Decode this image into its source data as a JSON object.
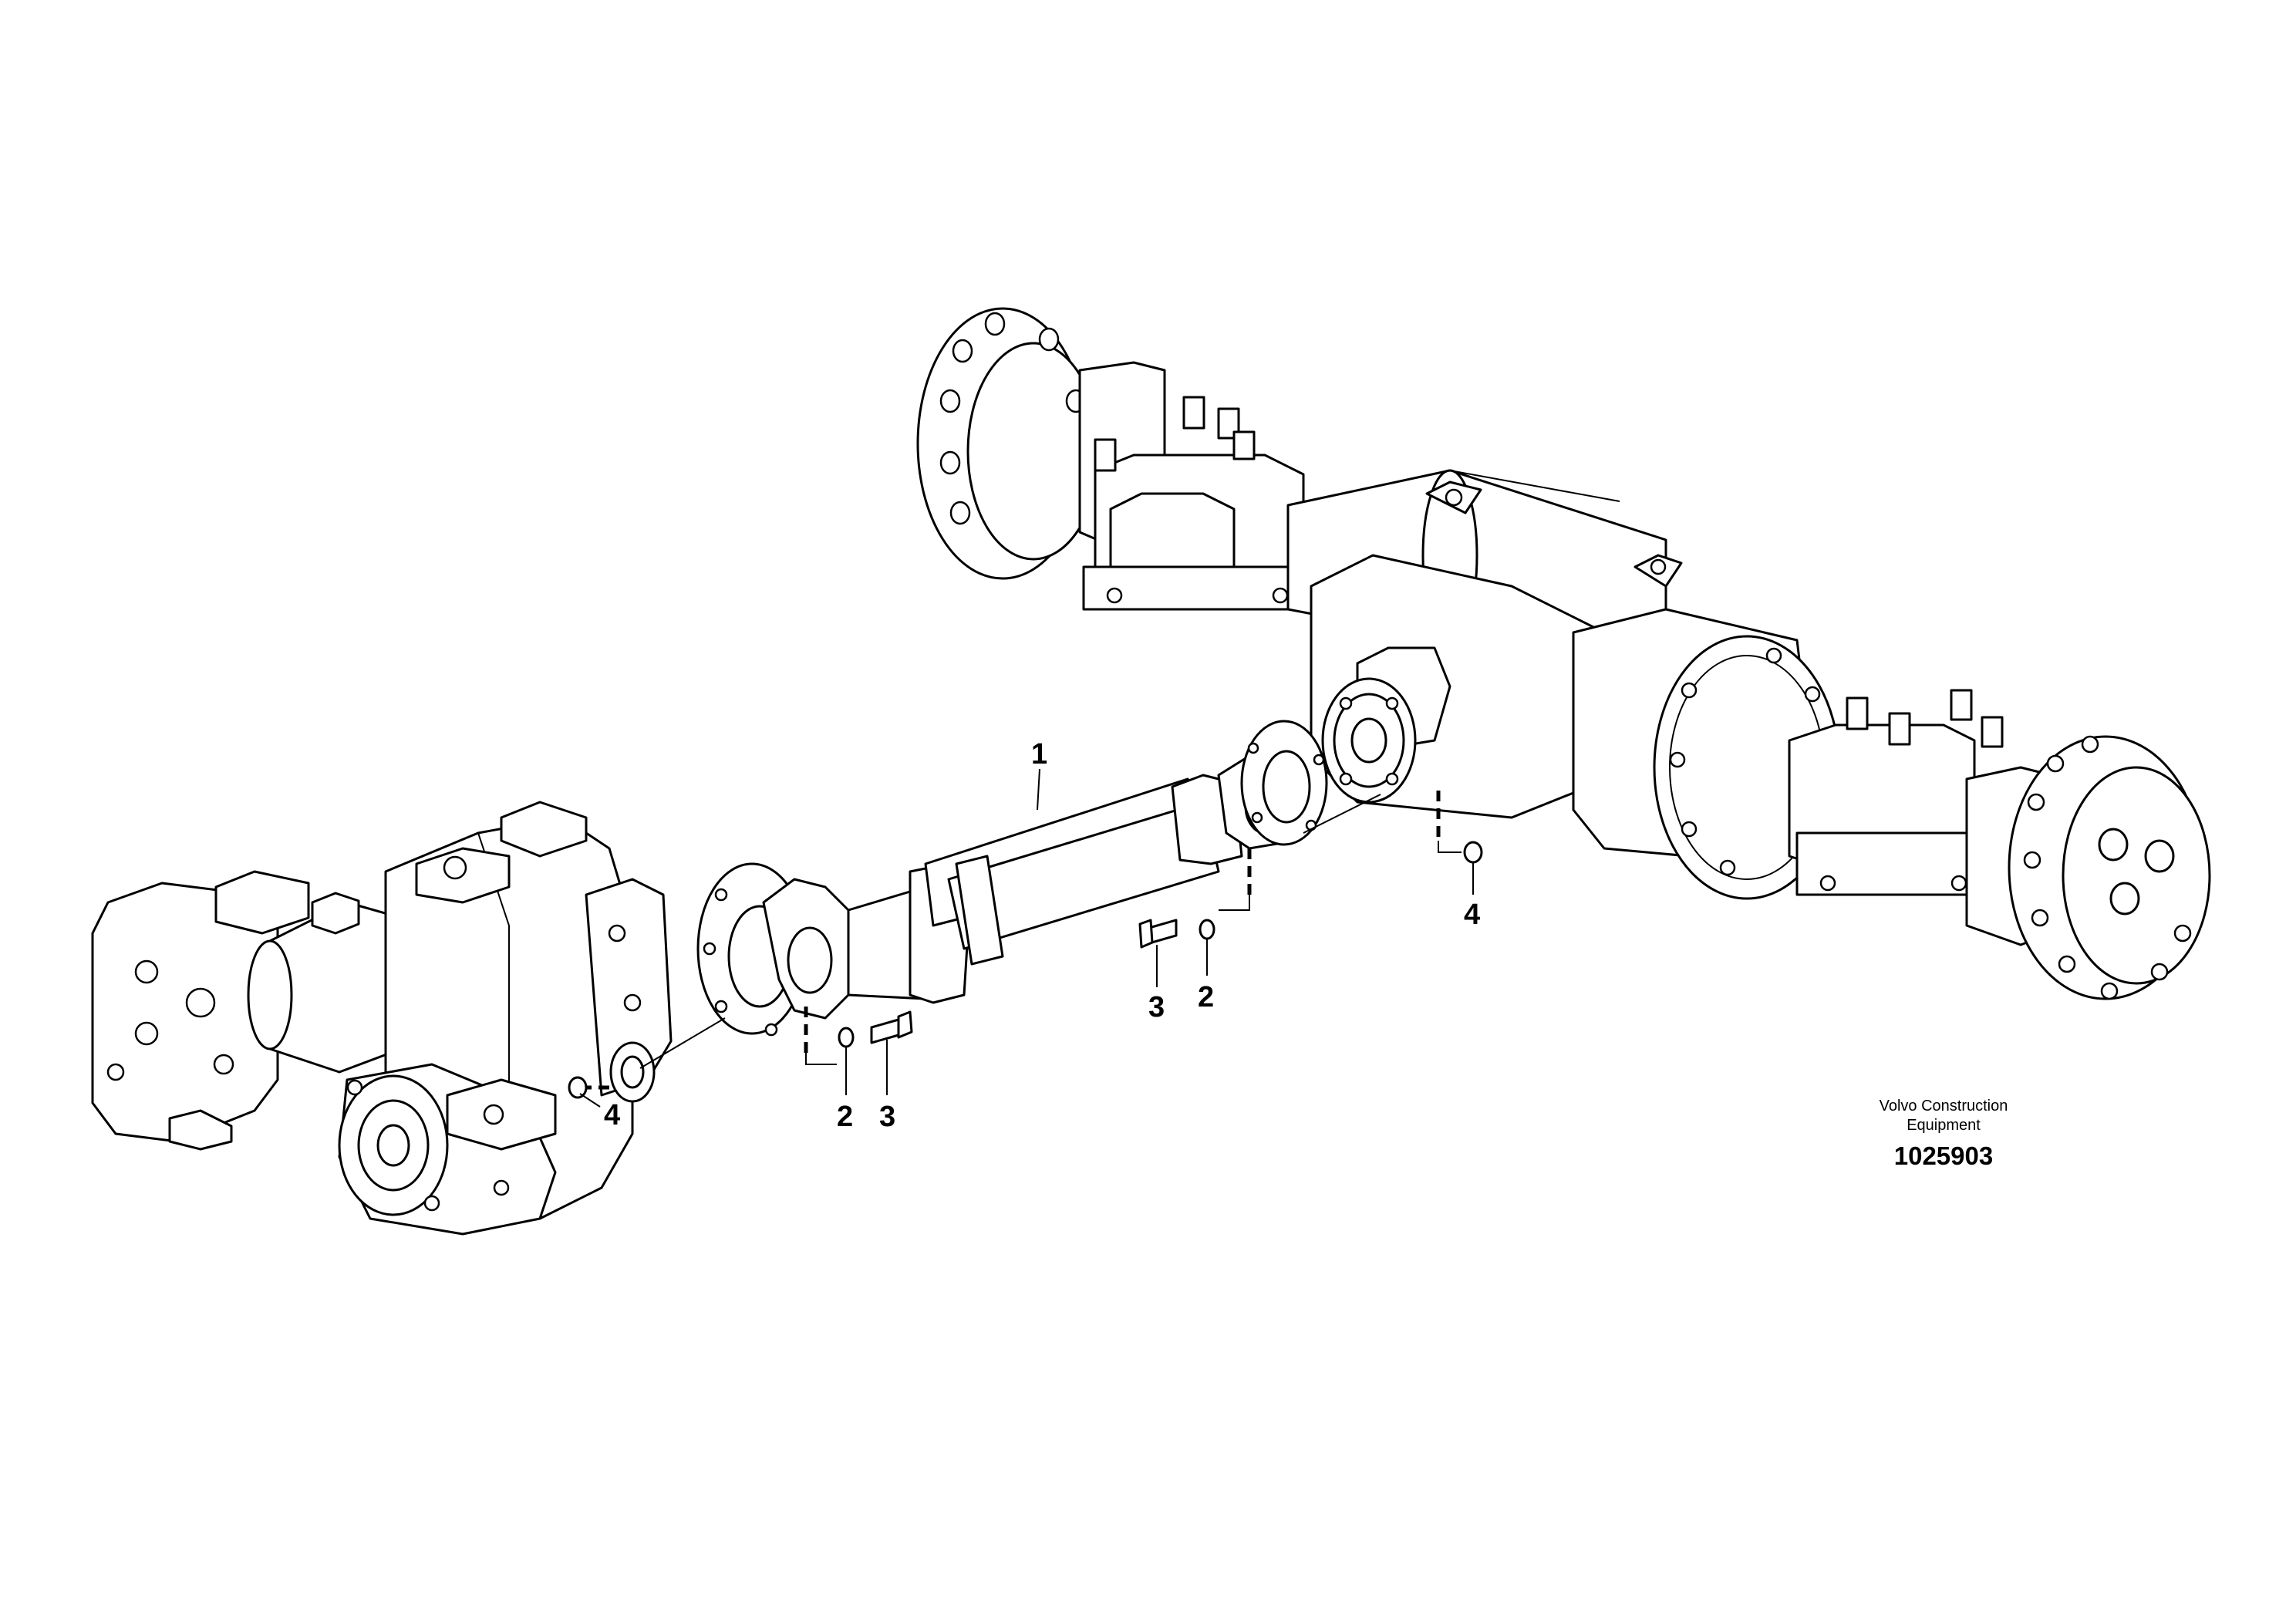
{
  "callouts": {
    "c1": "1",
    "c2a": "2",
    "c3a": "3",
    "c4a": "4",
    "c3b": "3",
    "c2b": "2",
    "c4b": "4"
  },
  "caption": {
    "line1": "Volvo Construction",
    "line2": "Equipment",
    "number": "1025903"
  },
  "colors": {
    "line": "#000000",
    "background": "#ffffff"
  }
}
